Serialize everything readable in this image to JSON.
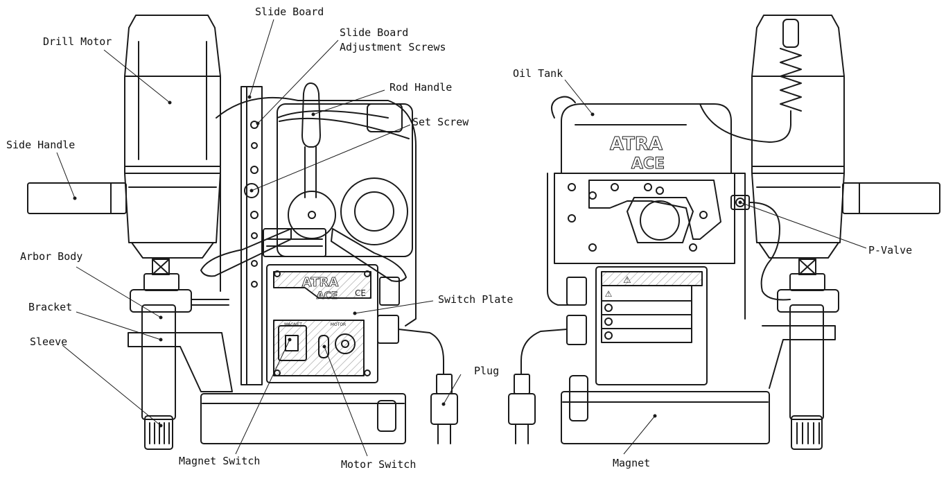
{
  "callouts": {
    "drill_motor": "Drill Motor",
    "slide_board": "Slide Board",
    "slide_board_adjustment_screws_line1": "Slide Board",
    "slide_board_adjustment_screws_line2": "Adjustment Screws",
    "rod_handle": "Rod Handle",
    "set_screw": "Set Screw",
    "side_handle": "Side Handle",
    "arbor_body": "Arbor Body",
    "bracket": "Bracket",
    "sleeve": "Sleeve",
    "switch_plate": "Switch Plate",
    "plug": "Plug",
    "magnet_switch": "Magnet Switch",
    "motor_switch": "Motor Switch",
    "oil_tank": "Oil Tank",
    "p_valve": "P-Valve",
    "magnet": "Magnet"
  },
  "markings": {
    "brand_line1": "ATRA",
    "brand_line2": "ACE",
    "ce_mark": "CE",
    "magnet_panel_label": "MAGNET",
    "motor_panel_label": "MOTOR",
    "warning_symbol": "⚠"
  },
  "colors": {
    "line": "#1a1a1a",
    "background": "#ffffff"
  }
}
